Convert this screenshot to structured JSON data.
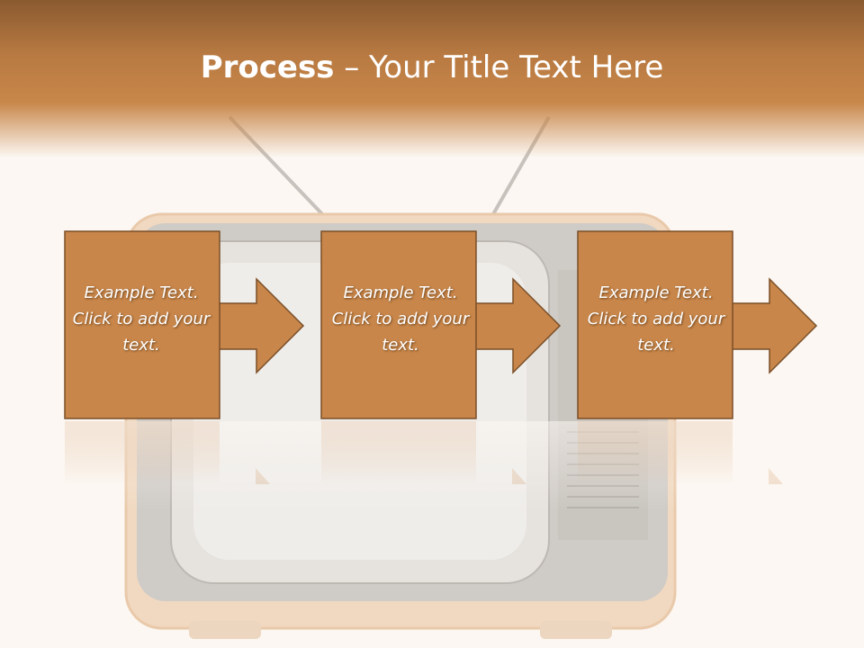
{
  "slide": {
    "title_strong": "Process",
    "title_rest": " – Your Title Text Here"
  },
  "steps": [
    {
      "text": "Example Text. Click  to add your text."
    },
    {
      "text": "Example Text. Click  to add your text."
    },
    {
      "text": "Example Text. Click  to add your text."
    }
  ],
  "colors": {
    "header_brown": "#8a5a30",
    "box_fill": "#c8864a",
    "box_border": "#7a4f28",
    "background": "#fcf7f2"
  }
}
